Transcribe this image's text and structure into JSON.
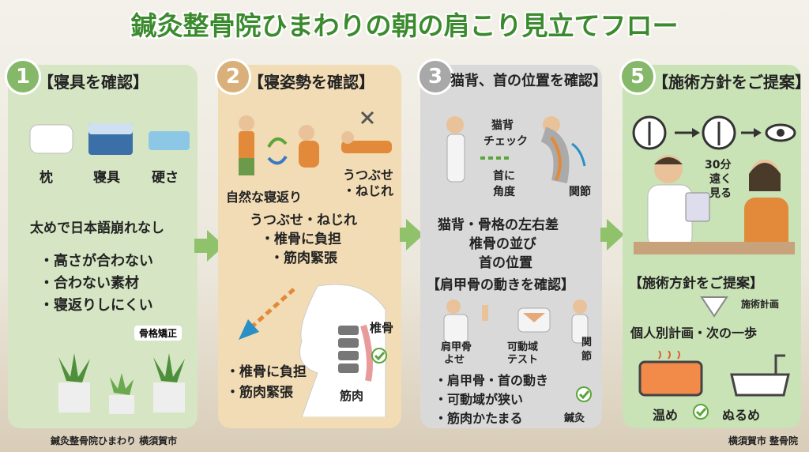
{
  "title": "鍼灸整骨院ひまわりの朝の肩こり見立てフロー",
  "colors": {
    "title": "#3b8a2e",
    "green_panel": "#d6e6c4",
    "orange_panel": "#f2dcb5",
    "gray_panel": "#d9d9d9",
    "arrow": "#8fc26b"
  },
  "step1": {
    "num": "1",
    "title": "【寝具を確認】",
    "icons": [
      "枕",
      "寝具",
      "硬さ"
    ],
    "sub": "太めで日本語崩れなし",
    "bullets": [
      "・高さが合わない",
      "・合わない素材",
      "・寝返りしにくい"
    ],
    "tag": "骨格矯正"
  },
  "step2": {
    "num": "2",
    "title": "【寝姿勢を確認】",
    "natural": "自然な寝返り",
    "bad": "うつぶせ\n・ねじれ",
    "bad_line1": "うつぶせ",
    "bad_line2": "・ねじれ",
    "center": [
      "うつぶせ・ねじれ",
      "・椎骨に負担",
      "・筋肉緊張"
    ],
    "bottom": [
      "・椎骨に負担",
      "・筋肉緊張"
    ],
    "label_spine": "椎骨",
    "label_muscle": "筋肉"
  },
  "step3": {
    "num": "3",
    "title": "猫背、首の位置を確認】",
    "check": "猫背\nチェック",
    "check1": "猫背",
    "check2": "チェック",
    "angle1": "首に",
    "angle2": "角度",
    "joint": "関節",
    "center": [
      "猫背・骨格の左右差",
      "椎骨の並び",
      "首の位置"
    ],
    "sub_title": "【肩甲骨の動きを確認】",
    "scap1": "肩甲骨",
    "scap2": "よせ",
    "rom1": "可動域",
    "rom2": "テスト",
    "joint2a": "関",
    "joint2b": "節",
    "bullets": [
      "・肩甲骨・首の動き",
      "・可動域が狭い",
      "・筋肉かたまる"
    ],
    "tag": "鍼灸"
  },
  "step4": {
    "num": "5",
    "title": "【施術方針をご提案】",
    "min1": "30分",
    "min2": "遠く",
    "min3": "見る",
    "sub_title": "【施術方針をご提案】",
    "plan_label": "施術計画",
    "plan": "個人別計画・次の一歩",
    "warm": "温め",
    "bath": "ぬるめ"
  },
  "footer": {
    "left": "鍼灸整骨院ひまわり 横須賀市",
    "right": "横須賀市 整骨院"
  }
}
